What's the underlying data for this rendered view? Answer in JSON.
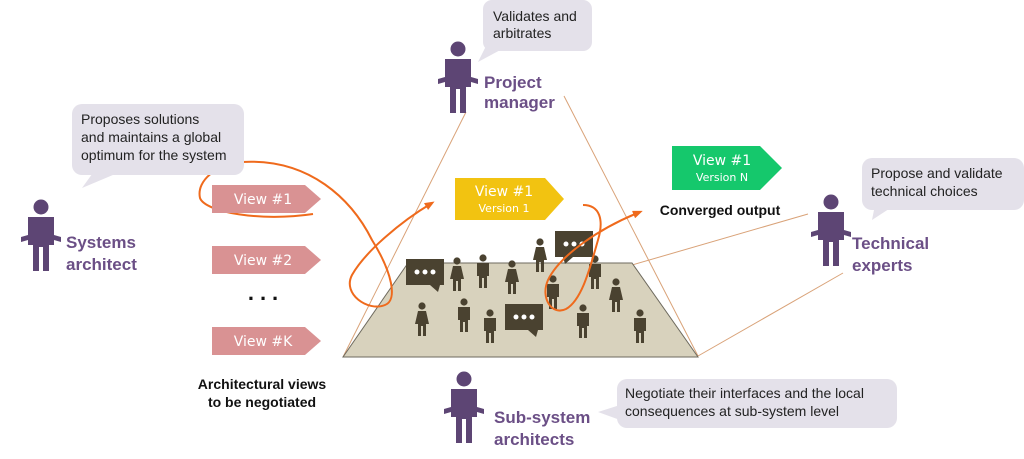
{
  "colors": {
    "role": "#5d4574",
    "role_label": "#6b4f86",
    "bubble": "#e4e1ea",
    "view_pink": "#d99293",
    "view_yellow": "#f2c311",
    "view_green": "#15c86c",
    "platform": "#d8d2bd",
    "people": "#4a4230",
    "path_orange": "#ef6a1c",
    "pyramid_line": "#d9a278"
  },
  "roles": {
    "project_manager": {
      "label_line1": "Project",
      "label_line2": "manager",
      "bubble": [
        "Validates and",
        "arbitrates"
      ],
      "icon": "person-shrug-icon"
    },
    "systems_architect": {
      "label_line1": "Systems",
      "label_line2": "architect",
      "bubble": [
        "Proposes solutions",
        "and maintains a global",
        "optimum for the system"
      ],
      "icon": "person-shrug-icon"
    },
    "technical_experts": {
      "label_line1": "Technical",
      "label_line2": "experts",
      "bubble": [
        "Propose and validate",
        "technical choices"
      ],
      "icon": "person-shrug-icon"
    },
    "subsystem_architects": {
      "label_line1": "Sub-system",
      "label_line2": "architects",
      "bubble": [
        "Negotiate their interfaces and the local",
        "consequences at sub-system level"
      ],
      "icon": "person-shrug-icon"
    }
  },
  "views": {
    "items": [
      {
        "label": "View #1"
      },
      {
        "label": "View #2"
      },
      {
        "label": "View #K"
      }
    ],
    "ellipsis": "...",
    "caption_line1": "Architectural views",
    "caption_line2": "to be negotiated"
  },
  "version1": {
    "label": "View #1",
    "sub": "Version 1"
  },
  "versionN": {
    "label": "View #1",
    "sub": "Version N"
  },
  "converged_caption": "Converged output"
}
